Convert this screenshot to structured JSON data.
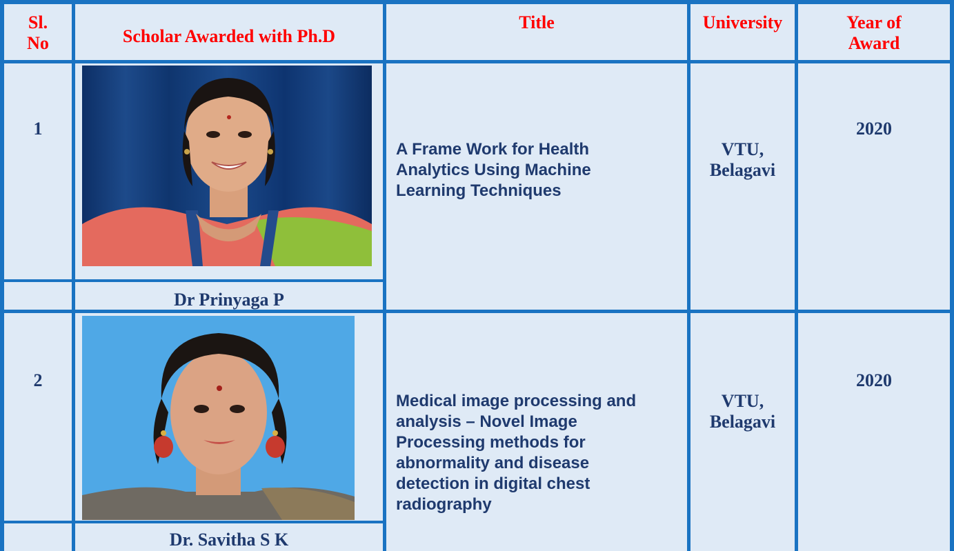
{
  "headers": {
    "sl_no": "Sl. No",
    "scholar": "Scholar Awarded with Ph.D",
    "title": "Title",
    "university": "University",
    "year": "Year of Award"
  },
  "rows": [
    {
      "sl_no": "1",
      "name": "Dr Prinyaga P",
      "title": "A Frame Work for Health Analytics Using Machine Learning Techniques",
      "university": "VTU, Belagavi",
      "year": "2020"
    },
    {
      "sl_no": "2",
      "name": "Dr. Savitha S K",
      "title": "Medical image processing and analysis – Novel Image Processing methods for abnormality and disease detection in digital chest radiography",
      "university": "VTU, Belagavi",
      "year": "2020"
    }
  ],
  "colors": {
    "border": "#1a73c2",
    "header_text": "#ff0000",
    "body_text": "#1f3a6e",
    "cell_bg": "#dfeaf6"
  }
}
